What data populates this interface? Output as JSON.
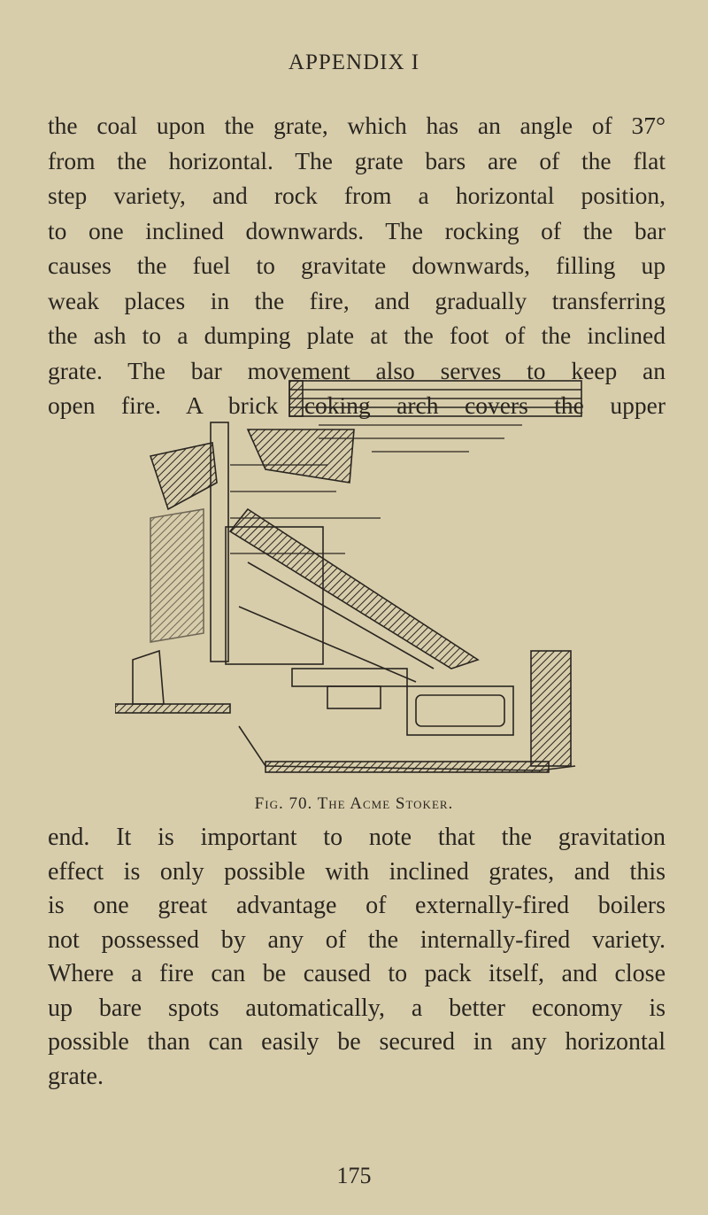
{
  "header": {
    "title": "APPENDIX I"
  },
  "paragraph_1": {
    "lines": [
      "the coal upon the grate, which has an angle of 37°",
      "from the horizontal.  The grate bars are of the flat",
      "step variety, and rock from a horizontal position,",
      "to one inclined downwards. The rocking of the bar",
      "causes the fuel to gravitate downwards, filling up",
      "weak places in the fire, and gradually transferring",
      "the ash to a dumping plate at the foot of the inclined",
      "grate.  The bar movement also serves to keep an",
      "open fire.  A brick coking arch covers the upper"
    ]
  },
  "figure": {
    "caption": "Fig. 70.  The Acme Stoker."
  },
  "paragraph_2": {
    "lines": [
      "end.  It is important to note that the gravitation",
      "effect is only possible with inclined grates, and this",
      "is one great advantage of externally-fired boilers",
      "not possessed by any of the internally-fired variety.",
      "Where a fire can be caused to pack itself, and close",
      "up bare spots automatically, a better economy is",
      "possible than can easily be secured in any horizontal",
      "grate."
    ]
  },
  "page_number": "175",
  "colors": {
    "paper": "#d8cdab",
    "ink": "#2a2620"
  }
}
